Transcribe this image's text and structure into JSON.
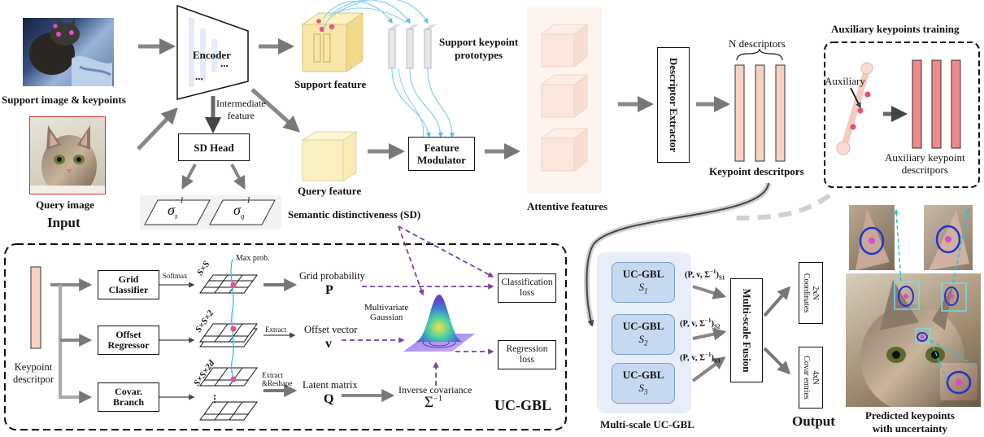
{
  "input": {
    "support_caption": "Support image & keypoints",
    "query_caption": "Query image",
    "section_title": "Input"
  },
  "encoder": {
    "label": "Encoder",
    "dots_a": "...",
    "dots_b": "...",
    "intermediate_label": "Intermediate\nfeature"
  },
  "sd": {
    "head_label": "SD Head",
    "sigma_s": "σ",
    "sigma_q": "σ",
    "sub_s": "s",
    "sub_q": "q",
    "sup": "−1",
    "caption": "Semantic distinctiveness (SD)"
  },
  "features": {
    "support_feature": "Support feature",
    "support_prototypes": "Support keypoint\nprototypes",
    "query_feature": "Query feature",
    "feature_modulator": "Feature\nModulator",
    "attentive_features": "Attentive features"
  },
  "descriptor": {
    "extractor": "Descriptor Extractor",
    "n_descriptors": "N descriptors",
    "keypoint_descriptors": "Keypoint descritpors"
  },
  "auxiliary": {
    "title": "Auxiliary keypoints training",
    "aux_label": "Auxiliary",
    "caption": "Auxiliary keypoint\ndescritpors"
  },
  "ucgbl": {
    "input_label": "Keypoint\ndescritpor",
    "grid_classifier": "Grid\nClassifier",
    "offset_regressor": "Offset\nRegressor",
    "covar_branch": "Covar.\nBranch",
    "softmax": "Softmax",
    "max_prob": "Max prob.",
    "sxs": "S×S",
    "sxsx2": "S×S×2",
    "sxsx2d": "S×S×2d",
    "extract": "Extract",
    "extract_reshape": "Extract\n&Reshape",
    "grid_prob": "Grid probability",
    "p_symbol": "P",
    "offset_vector": "Offset vector",
    "v_symbol": "v",
    "latent_matrix": "Latent matrix",
    "q_symbol": "Q",
    "multivariate": "Multivariate\nGaussian",
    "inverse_cov": "Inverse covariance",
    "sigma_inv": "Σ",
    "sigma_sup": "−1",
    "classification_loss": "Classification\nloss",
    "regression_loss": "Regression\nloss",
    "title": "UC-GBL"
  },
  "multiscale": {
    "block_title": "UC-GBL",
    "s1": "S",
    "s2": "S",
    "s3": "S",
    "sub1": "1",
    "sub2": "2",
    "sub3": "3",
    "tuple": "(P, v, Σ",
    "tuple_sup": "−1",
    "tuple_close": ")",
    "fusion": "Multi-scale Fusion",
    "caption": "Multi-scale UC-GBL"
  },
  "output": {
    "coordinates": "2xN\nCoordinates",
    "covar_entries": "4xN\nCovar entries",
    "title": "Output",
    "predicted": "Predicted keypoints\nwith uncertainty"
  },
  "colors": {
    "descriptor_bar": "#f6d3c0",
    "aux_bar": "#f08a8a",
    "support_cube": "#f8e7a8",
    "query_cube": "#fbf0c2",
    "attentive_cube": "#fbe6dc",
    "purple": "#7a3fa0",
    "cyan": "#29c4d8",
    "gray_arrow": "#888888"
  }
}
